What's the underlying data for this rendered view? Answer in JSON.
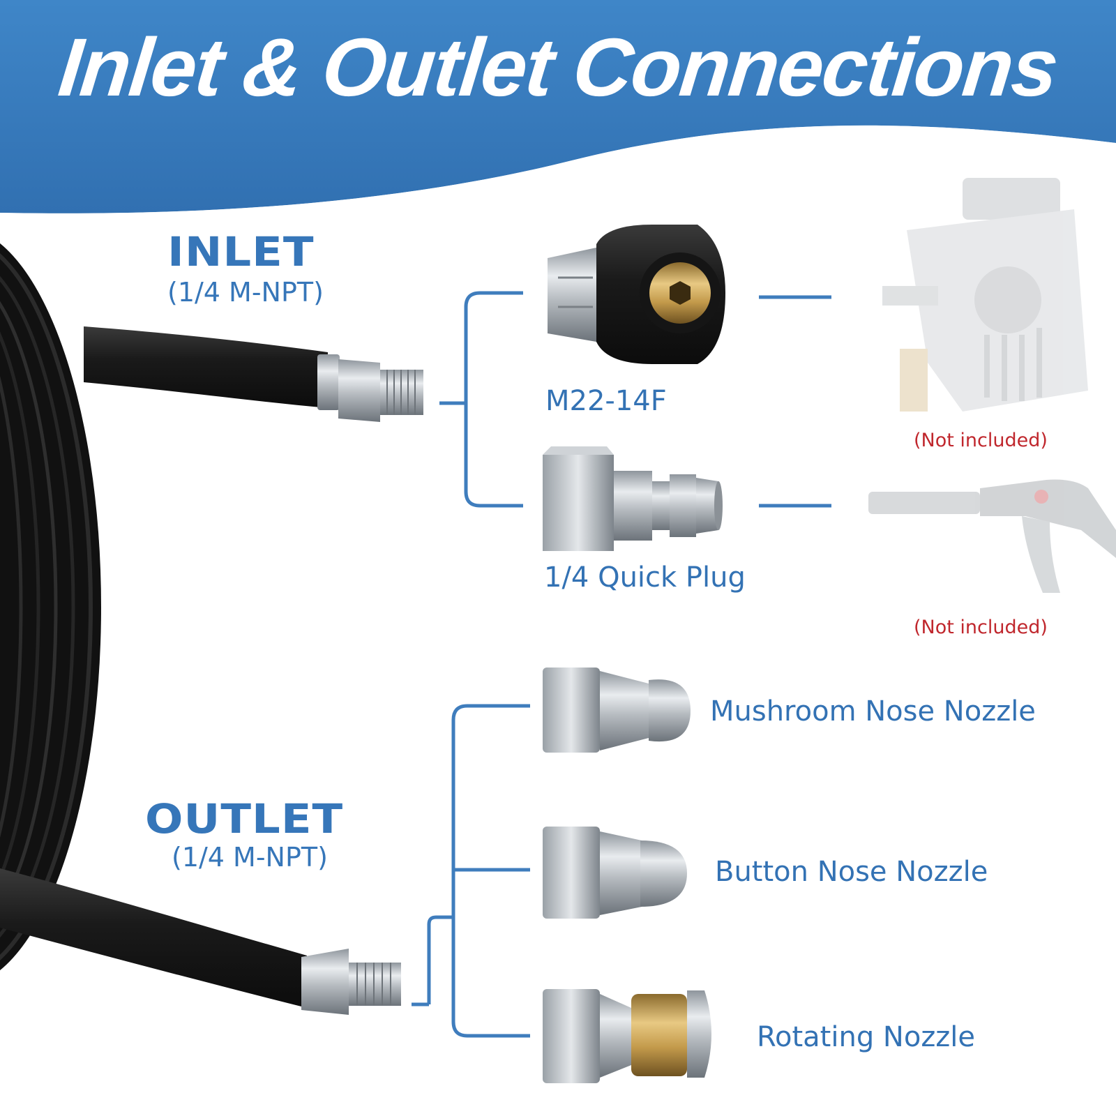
{
  "header": {
    "title": "Inlet & Outlet Connections"
  },
  "inlet": {
    "title": "INLET",
    "thread": "(1/4 M-NPT)",
    "fittings": [
      {
        "label": "M22-14F",
        "note": "(Not included)"
      },
      {
        "label": "1/4 Quick Plug",
        "note": "(Not included)"
      }
    ]
  },
  "outlet": {
    "title": "OUTLET",
    "thread": "(1/4 M-NPT)",
    "nozzles": [
      {
        "label": "Mushroom Nose Nozzle"
      },
      {
        "label": "Button Nose Nozzle"
      },
      {
        "label": "Rotating Nozzle"
      }
    ]
  },
  "colors": {
    "banner": "#3a7dbf",
    "banner_dark": "#2f6aa8",
    "accent_text": "#3676b9",
    "note_text": "#c0272d"
  }
}
